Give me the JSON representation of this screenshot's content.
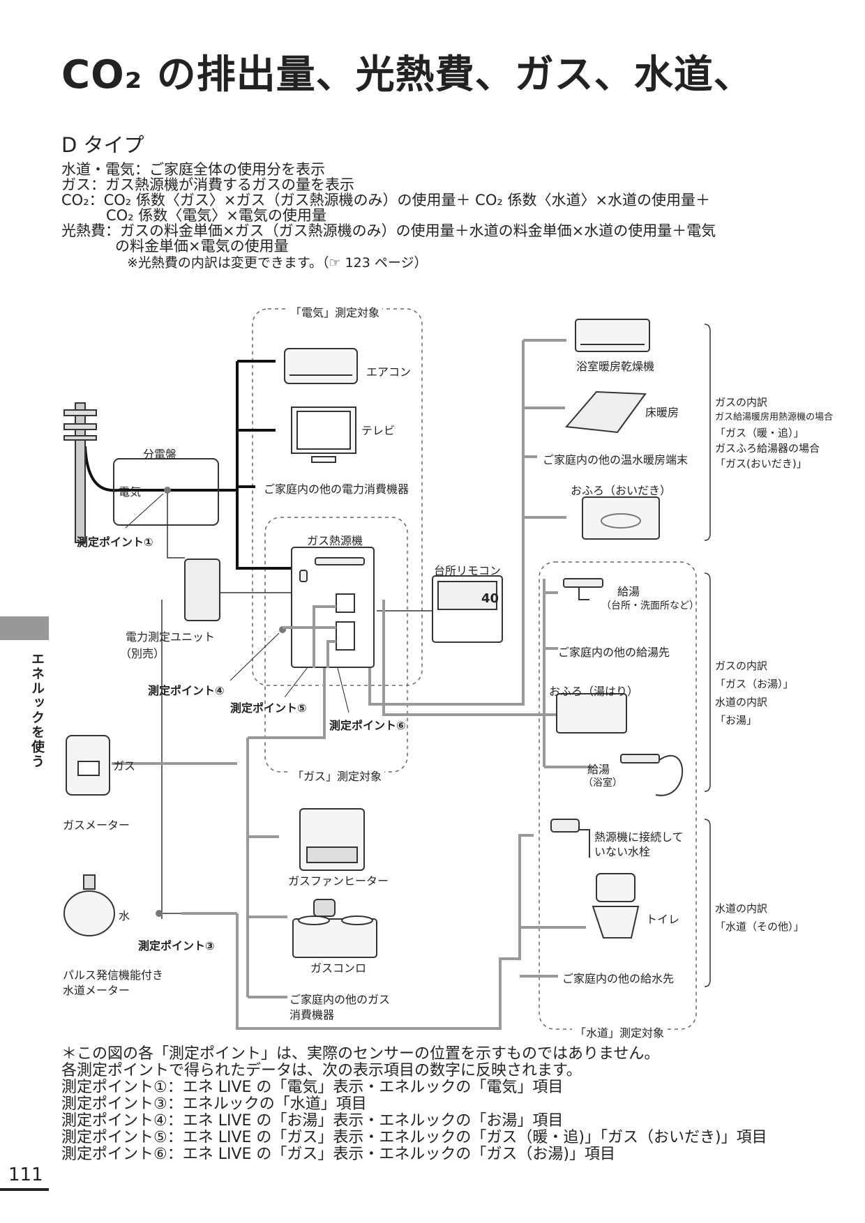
{
  "title": "CO₂ の排出量、光熱費、ガス、水道、",
  "type_heading": "D タイプ",
  "definitions": {
    "water_elec": "水道・電気：ご家庭全体の使用分を表示",
    "gas": "ガス：ガス熱源機が消費するガスの量を表示",
    "co2_line1": "CO₂：CO₂ 係数〈ガス〉×ガス（ガス熱源機のみ）の使用量＋ CO₂ 係数〈水道〉×水道の使用量＋",
    "co2_line2": "CO₂ 係数〈電気〉×電気の使用量",
    "cost_line1": "光熱費：ガスの料金単価×ガス（ガス熱源機のみ）の使用量＋水道の料金単価×水道の使用量＋電気",
    "cost_line2": "の料金単価×電気の使用量",
    "cost_note": "※光熱費の内訳は変更できます。（☞ 123 ページ）"
  },
  "diagram": {
    "elec_group": "「電気」測定対象",
    "gas_group": "「ガス」測定対象",
    "water_group": "「水道」測定対象",
    "aircon": "エアコン",
    "tv": "テレビ",
    "other_elec": "ご家庭内の他の電力消費機器",
    "distribution_board": "分電盤",
    "electricity": "電気",
    "point1": "測定ポイント①",
    "power_unit": "電力測定ユニット",
    "power_unit_note": "（別売）",
    "heat_source": "ガス熱源機",
    "point4": "測定ポイント④",
    "point5": "測定ポイント⑤",
    "point6": "測定ポイント⑥",
    "gas": "ガス",
    "gas_meter": "ガスメーター",
    "water": "水",
    "point3": "測定ポイント③",
    "water_meter_1": "パルス発信機能付き",
    "water_meter_2": "水道メーター",
    "kitchen_remote": "台所リモコン",
    "remote_temp": "40",
    "bath_dryer": "浴室暖房乾燥機",
    "floor_heating": "床暖房",
    "other_heating": "ご家庭内の他の温水暖房端末",
    "bath_reheat": "おふろ（おいだき）",
    "hot_water_supply": "給湯",
    "hot_water_supply_note": "（台所・洗面所など）",
    "other_hot_water": "ご家庭内の他の給湯先",
    "bath_fill": "おふろ（湯はり）",
    "bath_supply": "給湯",
    "bath_supply_note": "（浴室）",
    "tap_1": "熱源機に接続して",
    "tap_2": "いない水栓",
    "toilet": "トイレ",
    "other_water": "ご家庭内の他の給水先",
    "fan_heater": "ガスファンヒーター",
    "gas_stove": "ガスコンロ",
    "other_gas_1": "ご家庭内の他のガス",
    "other_gas_2": "消費機器",
    "bracket1_l1": "ガスの内訳",
    "bracket1_l2": "ガス給湯暖房用熱源機の場合",
    "bracket1_l3": "「ガス（暖・追）」",
    "bracket1_l4": "ガスふろ給湯器の場合",
    "bracket1_l5": "「ガス(おいだき)」",
    "bracket2_l1": "ガスの内訳",
    "bracket2_l2": "「ガス（お湯）」",
    "bracket2_l3": "水道の内訳",
    "bracket2_l4": "「お湯」",
    "bracket3_l1": "水道の内訳",
    "bracket3_l2": "「水道（その他）」"
  },
  "footer": {
    "l1": "＊この図の各「測定ポイント」は、実際のセンサーの位置を示すものではありません。",
    "l2": "各測定ポイントで得られたデータは、次の表示項目の数字に反映されます。",
    "l3": "測定ポイント①：エネ LIVE の「電気」表示・エネルックの「電気」項目",
    "l4": "測定ポイント③：エネルックの「水道」項目",
    "l5": "測定ポイント④：エネ LIVE の「お湯」表示・エネルックの「お湯」項目",
    "l6": "測定ポイント⑤：エネ LIVE の「ガス」表示・エネルックの「ガス（暖・追)」「ガス（おいだき)」項目",
    "l7": "測定ポイント⑥：エネ LIVE の「ガス」表示・エネルックの「ガス（お湯)」項目"
  },
  "side_label": "エネルックを使う",
  "page_number": "111"
}
